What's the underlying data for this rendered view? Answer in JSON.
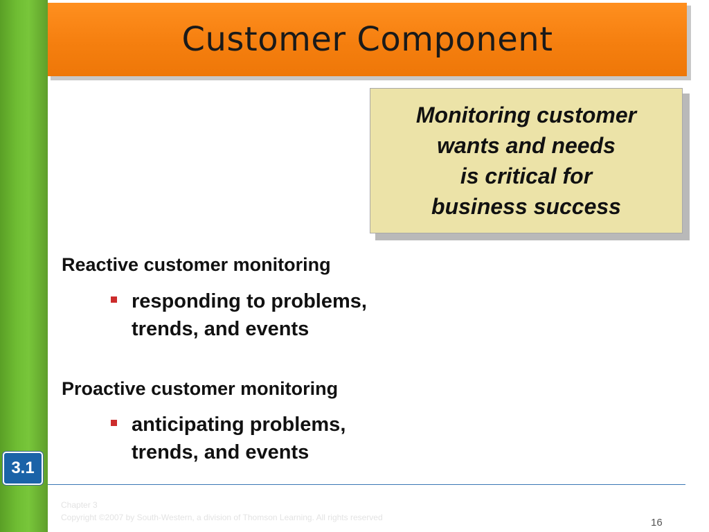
{
  "slide": {
    "title": "Customer Component",
    "callout": {
      "lines": [
        "Monitoring customer",
        "wants and needs",
        "is critical for",
        "business success"
      ]
    },
    "sections": [
      {
        "heading": "Reactive customer monitoring",
        "bullet_lines": [
          "responding to problems,",
          "trends, and events"
        ]
      },
      {
        "heading": "Proactive customer monitoring",
        "bullet_lines": [
          "anticipating problems,",
          "trends, and events"
        ]
      }
    ],
    "badge": "3.1",
    "footer": {
      "chapter": "Chapter 3",
      "copyright": "Copyright ©2007 by South-Western, a division of Thomson Learning.  All rights reserved",
      "page_number": "16"
    }
  },
  "colors": {
    "title_bar": "#f57f0f",
    "side_bar": "#6fbd33",
    "callout_bg": "#ece3a8",
    "bullet": "#cc2c2c",
    "badge": "#1b63a8"
  }
}
